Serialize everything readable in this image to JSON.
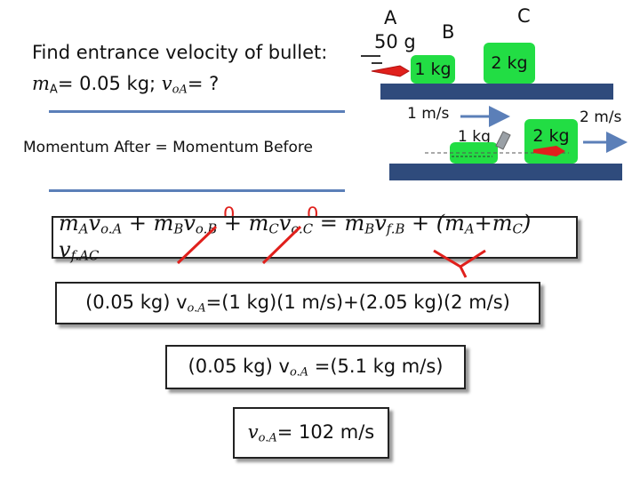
{
  "problem": {
    "prompt": "Find entrance velocity of bullet:",
    "given_prefix": "m",
    "given_mass_sub": "A",
    "given_mass_value": "= 0.05 kg; ",
    "given_v": "v",
    "given_v_sub": "oA",
    "given_v_value": "= ?"
  },
  "before": {
    "label_A": "A",
    "bullet_mass": "50 g",
    "label_B": "B",
    "label_C": "C",
    "block_B": "1 kg",
    "block_C": "2 kg"
  },
  "after": {
    "vel_B": "1 m/s",
    "block_B": "1 kg",
    "block_C": "2 kg",
    "vel_C": "2 m/s"
  },
  "momentum_statement": "Momentum After  =  Momentum Before",
  "equation": {
    "zero1": "0",
    "zero2": "0",
    "p1": "m",
    "p1s": "A",
    "p2": "v",
    "p2s": "o.A",
    "p3": " + m",
    "p3s": "B",
    "p4": "v",
    "p4s": "o.B",
    "p5": " + m",
    "p5s": "C",
    "p6": "v",
    "p6s": "o.C",
    "p7": " = m",
    "p7s": "B",
    "p8": "v",
    "p8s": "f.B",
    "p9": " + (m",
    "p9s": "A",
    "p10": "+m",
    "p10s": "C",
    "p11": ") v",
    "p11s": "f.AC"
  },
  "step1": {
    "a": "(0.05 kg) v",
    "as": "o.A",
    "b": "=(1 kg)(1 m/s)+(2.05 kg)(2 m/s)"
  },
  "step2": {
    "a": "(0.05 kg) v",
    "as": "o.A",
    "b": " =(5.1 kg m/s)"
  },
  "answer": {
    "a": "v",
    "as": "o.A",
    "b": "= 102 m/s"
  },
  "colors": {
    "track": "#2f4b7c",
    "block": "#22dd44",
    "bullet": "#e0201c",
    "velocity_arrow": "#5b7fb8",
    "cancel_mark": "#e0201c"
  }
}
